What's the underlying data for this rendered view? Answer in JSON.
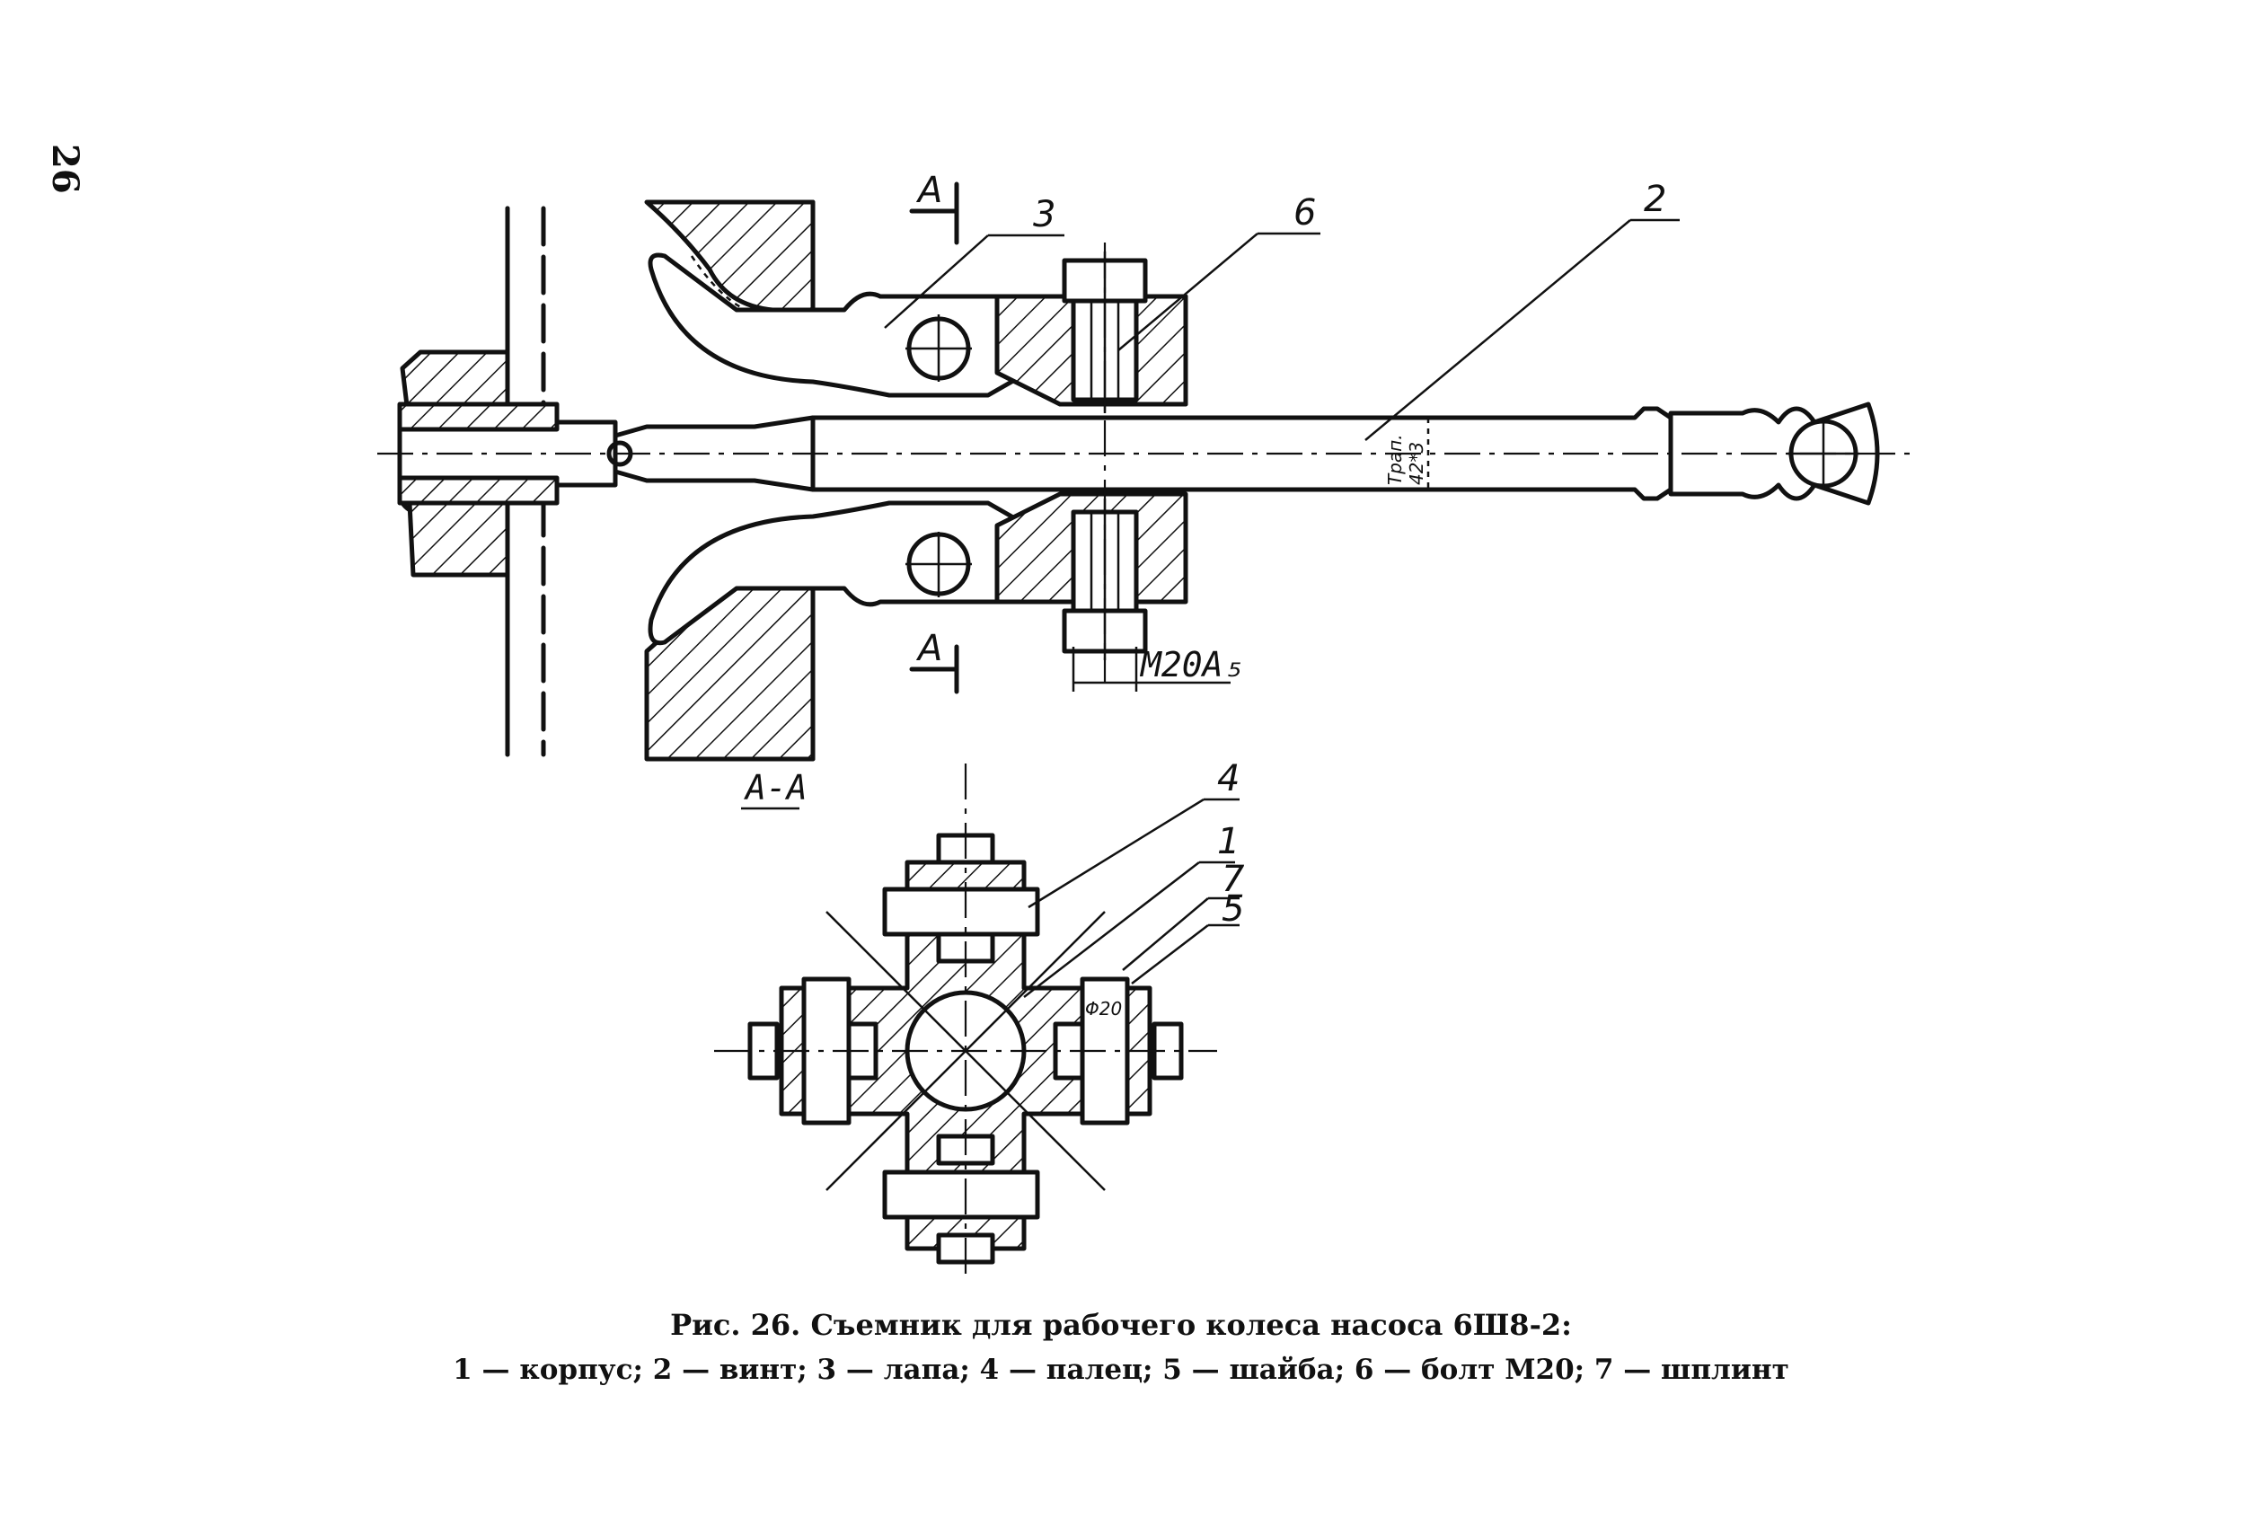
{
  "page_number": "26",
  "caption": {
    "title": "Рис. 26. Съемник для рабочего колеса насоса 6Ш8-2:",
    "legend": "1 — корпус; 2 — винт; 3 — лапа; 4 — палец; 5 — шайба; 6 — болт М20; 7 — шплинт"
  },
  "labels": {
    "part_1": "1",
    "part_2": "2",
    "part_3": "3",
    "part_4": "4",
    "part_5": "5",
    "part_6": "6",
    "part_7": "7",
    "section_mark_top": "А",
    "section_mark_bottom": "А",
    "section_title": "А-А",
    "bolt_dimension": "М20А₅",
    "thread_line1": "Трап.",
    "thread_line2": "42*3",
    "pin_diameter": "Φ20"
  }
}
